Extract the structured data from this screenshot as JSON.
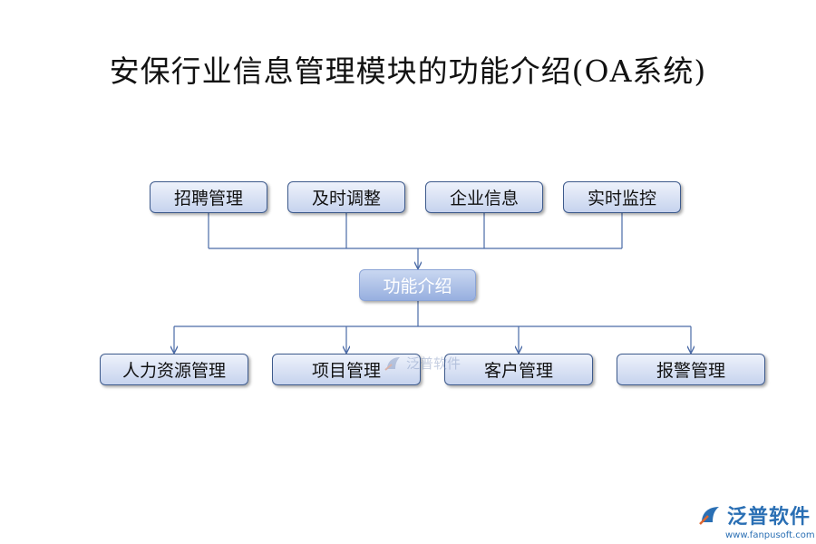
{
  "title": "安保行业信息管理模块的功能介绍(OA系统)",
  "center_node": "功能介绍",
  "top_nodes": [
    "招聘管理",
    "及时调整",
    "企业信息",
    "实时监控"
  ],
  "bottom_nodes": [
    "人力资源管理",
    "项目管理",
    "客户管理",
    "报警管理"
  ],
  "watermark": {
    "center_text": "泛普软件",
    "logo_text": "泛普软件",
    "logo_url": "www.fanpusoft.com"
  },
  "colors": {
    "connector": "#4a6aa6",
    "box_border": "#3d5a8c",
    "brand": "#2a6fb4"
  }
}
